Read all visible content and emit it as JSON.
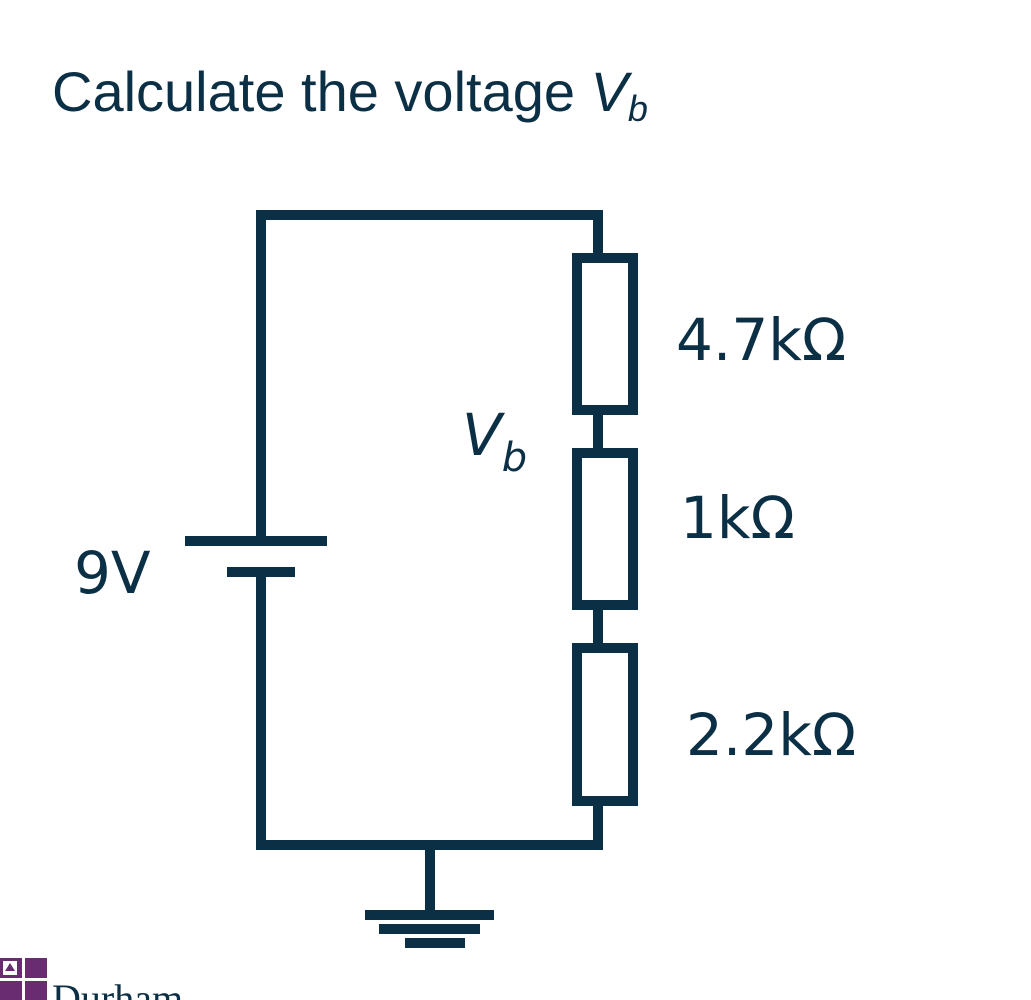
{
  "title": {
    "text": "Calculate the voltage ",
    "variable": "V",
    "subscript": "b"
  },
  "circuit": {
    "node_label": {
      "variable": "V",
      "subscript": "b"
    },
    "source_label": "9V",
    "resistors": [
      {
        "label": "4.7kΩ"
      },
      {
        "label": "1kΩ"
      },
      {
        "label": "2.2kΩ"
      }
    ]
  },
  "logo": {
    "text": "Durham"
  },
  "colors": {
    "ink": "#0b2f45",
    "logo_purple": "#6a2c70"
  }
}
